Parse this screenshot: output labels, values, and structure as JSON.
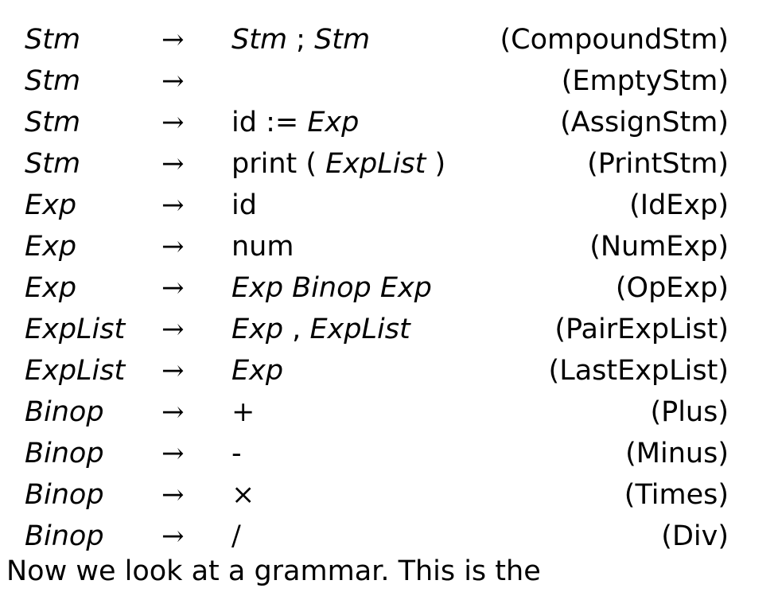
{
  "arrow_symbol": "→",
  "rules": [
    {
      "lhs": "Stm",
      "rhs": [
        {
          "t": "Stm",
          "i": true
        },
        {
          "t": " ; ",
          "i": false
        },
        {
          "t": "Stm",
          "i": true
        }
      ],
      "name": "(CompoundStm)"
    },
    {
      "lhs": "Stm",
      "rhs": [],
      "name": "(EmptyStm)"
    },
    {
      "lhs": "Stm",
      "rhs": [
        {
          "t": "id := ",
          "i": false
        },
        {
          "t": "Exp",
          "i": true
        }
      ],
      "name": "(AssignStm)"
    },
    {
      "lhs": "Stm",
      "rhs": [
        {
          "t": "print ( ",
          "i": false
        },
        {
          "t": "ExpList",
          "i": true
        },
        {
          "t": " )",
          "i": false
        }
      ],
      "name": "(PrintStm)"
    },
    {
      "lhs": "Exp",
      "rhs": [
        {
          "t": "id",
          "i": false
        }
      ],
      "name": "(IdExp)"
    },
    {
      "lhs": "Exp",
      "rhs": [
        {
          "t": "num",
          "i": false
        }
      ],
      "name": "(NumExp)"
    },
    {
      "lhs": "Exp",
      "rhs": [
        {
          "t": "Exp Binop Exp",
          "i": true
        }
      ],
      "name": "(OpExp)"
    },
    {
      "lhs": "ExpList",
      "rhs": [
        {
          "t": "Exp",
          "i": true
        },
        {
          "t": " , ",
          "i": false
        },
        {
          "t": "ExpList",
          "i": true
        }
      ],
      "name": "(PairExpList)"
    },
    {
      "lhs": "ExpList",
      "rhs": [
        {
          "t": "Exp",
          "i": true
        }
      ],
      "name": "(LastExpList)"
    },
    {
      "lhs": "Binop",
      "rhs": [
        {
          "t": "+",
          "i": false,
          "s": true
        }
      ],
      "name": "(Plus)"
    },
    {
      "lhs": "Binop",
      "rhs": [
        {
          "t": "-",
          "i": false
        }
      ],
      "name": "(Minus)"
    },
    {
      "lhs": "Binop",
      "rhs": [
        {
          "t": "×",
          "i": false,
          "s": true
        }
      ],
      "name": "(Times)"
    },
    {
      "lhs": "Binop",
      "rhs": [
        {
          "t": "/",
          "i": false,
          "s": true
        }
      ],
      "name": "(Div)"
    }
  ],
  "cut_off_line": "Now we look at a grammar. This is the"
}
